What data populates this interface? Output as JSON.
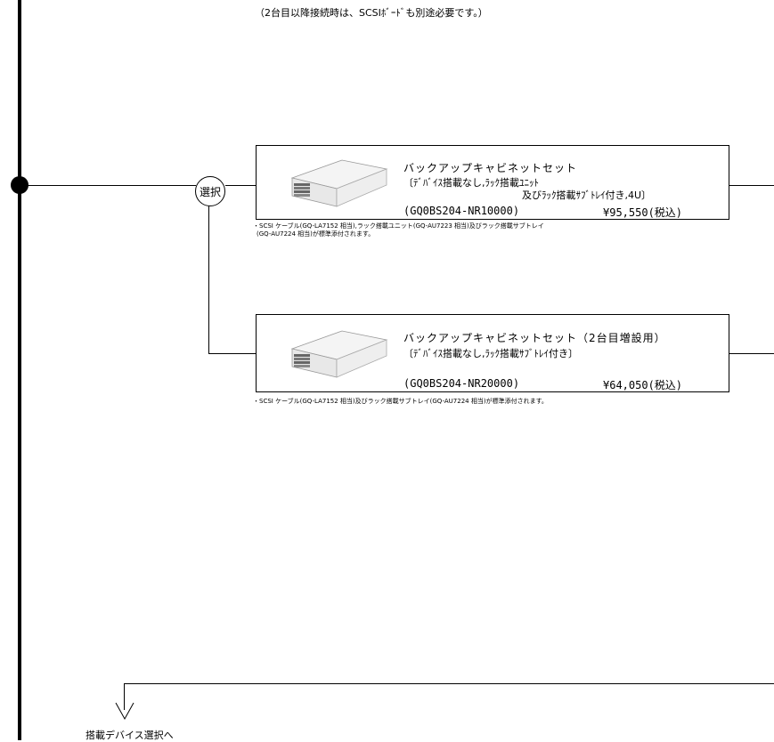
{
  "top_note": {
    "line1": "（2台目以降接続時は、SCSIﾎﾞｰﾄﾞも別途必要です。）"
  },
  "select_node": {
    "label": "選択"
  },
  "products": [
    {
      "title": "バックアップキャビネットセット",
      "desc_line1": "〔ﾃﾞﾊﾞｲｽ搭載なし,ﾗｯｸ搭載ﾕﾆｯﾄ",
      "desc_line2": "及びﾗｯｸ搭載ｻﾌﾞﾄﾚｲ付き,4U〕",
      "code": "(GQ0BS204-NR10000)",
      "price": "¥95,550(税込)",
      "note_line1": "・SCSI ケーブル(GQ-LA7152 相当),ラック搭載ユニット(GQ-AU7223 相当)及びラック搭載サブトレイ",
      "note_line2": "(GQ-AU7224 相当)が標準添付されます。"
    },
    {
      "title": "バックアップキャビネットセット（2台目増設用）",
      "desc_line1": "〔ﾃﾞﾊﾞｲｽ搭載なし,ﾗｯｸ搭載ｻﾌﾞﾄﾚｲ付き〕",
      "desc_line2": "",
      "code": "(GQ0BS204-NR20000)",
      "price": "¥64,050(税込)",
      "note_line1": "・SCSI ケーブル(GQ-LA7152 相当)及びラック搭載サブトレイ(GQ-AU7224 相当)が標準添付されます。",
      "note_line2": ""
    }
  ],
  "bottom_label": "搭載デバイス選択へ"
}
